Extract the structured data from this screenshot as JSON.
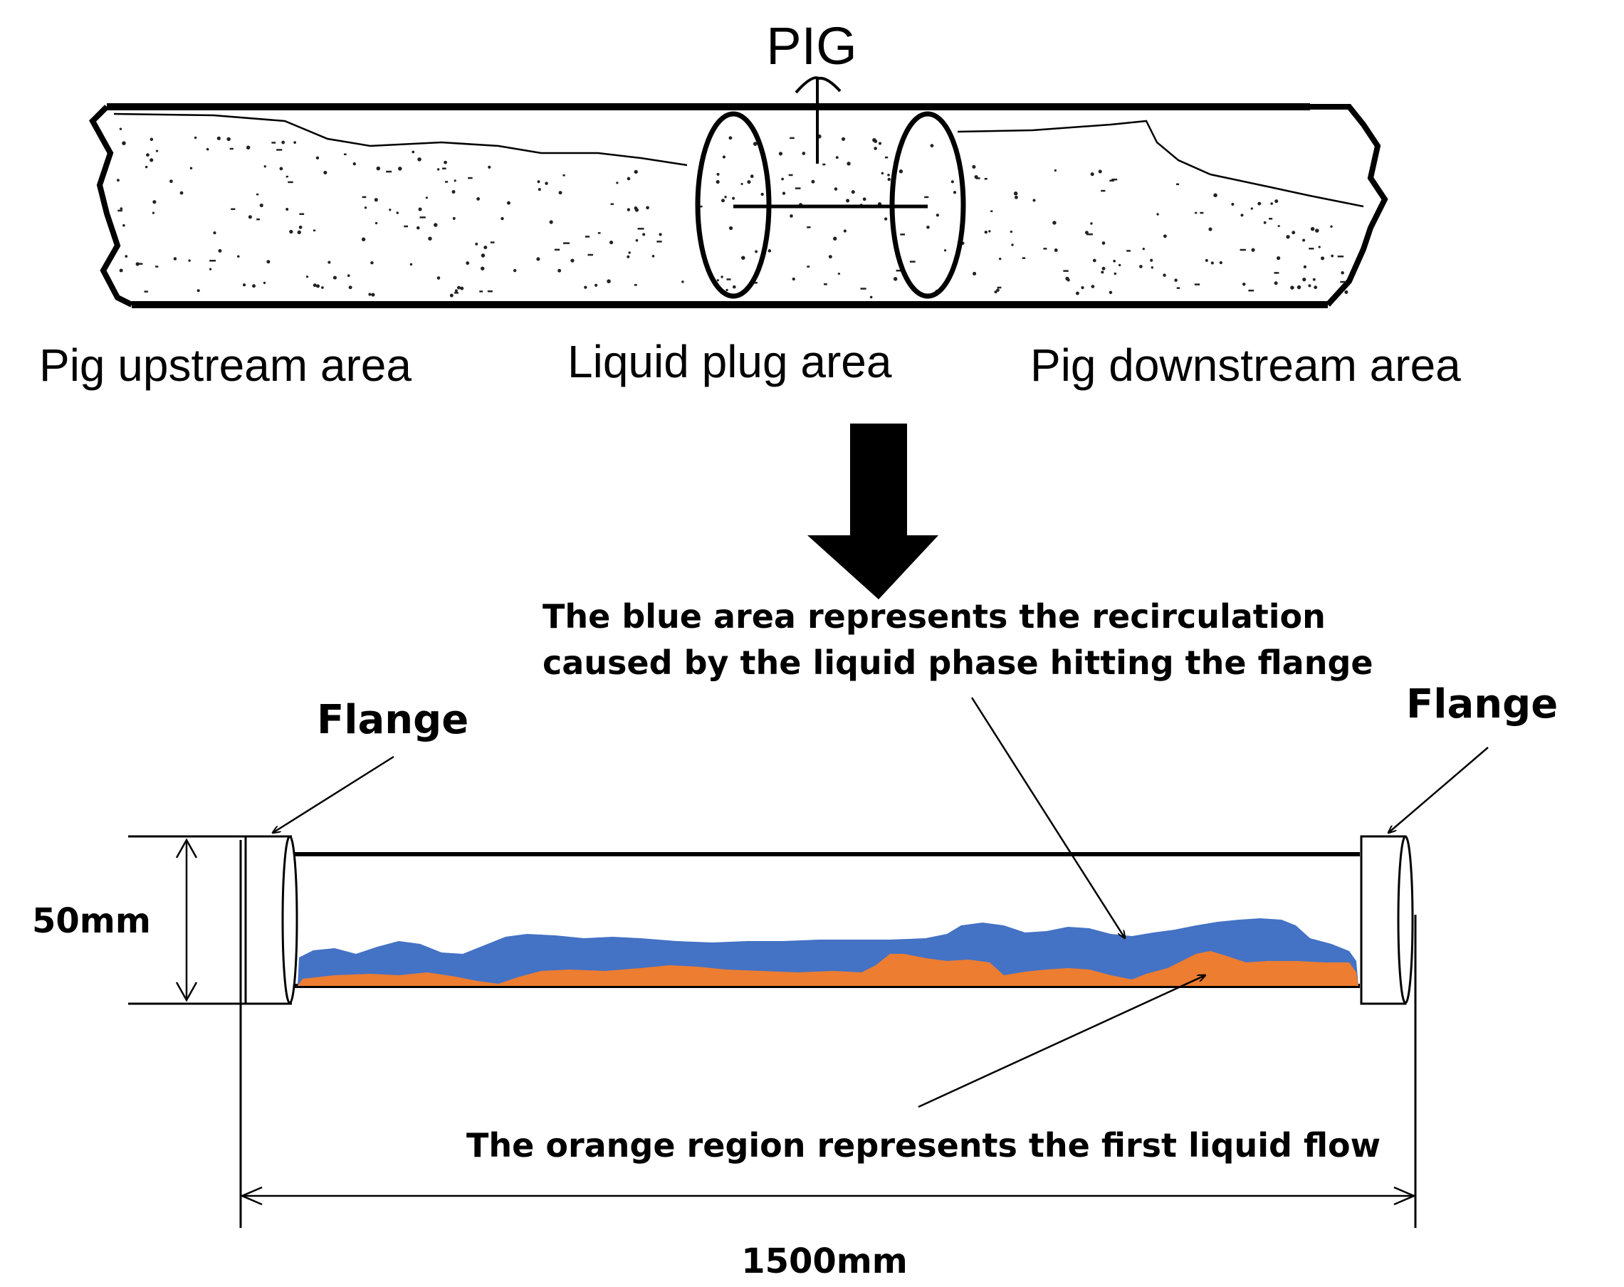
{
  "top_sketch": {
    "pig_label": "PIG",
    "zones": [
      {
        "id": "upstream",
        "label": "Pig upstream area"
      },
      {
        "id": "plug",
        "label": "Liquid plug area"
      },
      {
        "id": "downstream",
        "label": "Pig downstream area"
      }
    ]
  },
  "bottom_sketch": {
    "flange_left_label": "Flange",
    "flange_right_label": "Flange",
    "blue_note_lines": [
      "The blue area represents the recirculation",
      "caused by the liquid phase hitting the flange"
    ],
    "orange_note": "The orange region represents the first liquid flow",
    "diameter_label": "50mm",
    "length_label": "1500mm"
  },
  "colors": {
    "blue_region": "#4472c4",
    "orange_region": "#ed7d31",
    "ink": "#000000"
  }
}
